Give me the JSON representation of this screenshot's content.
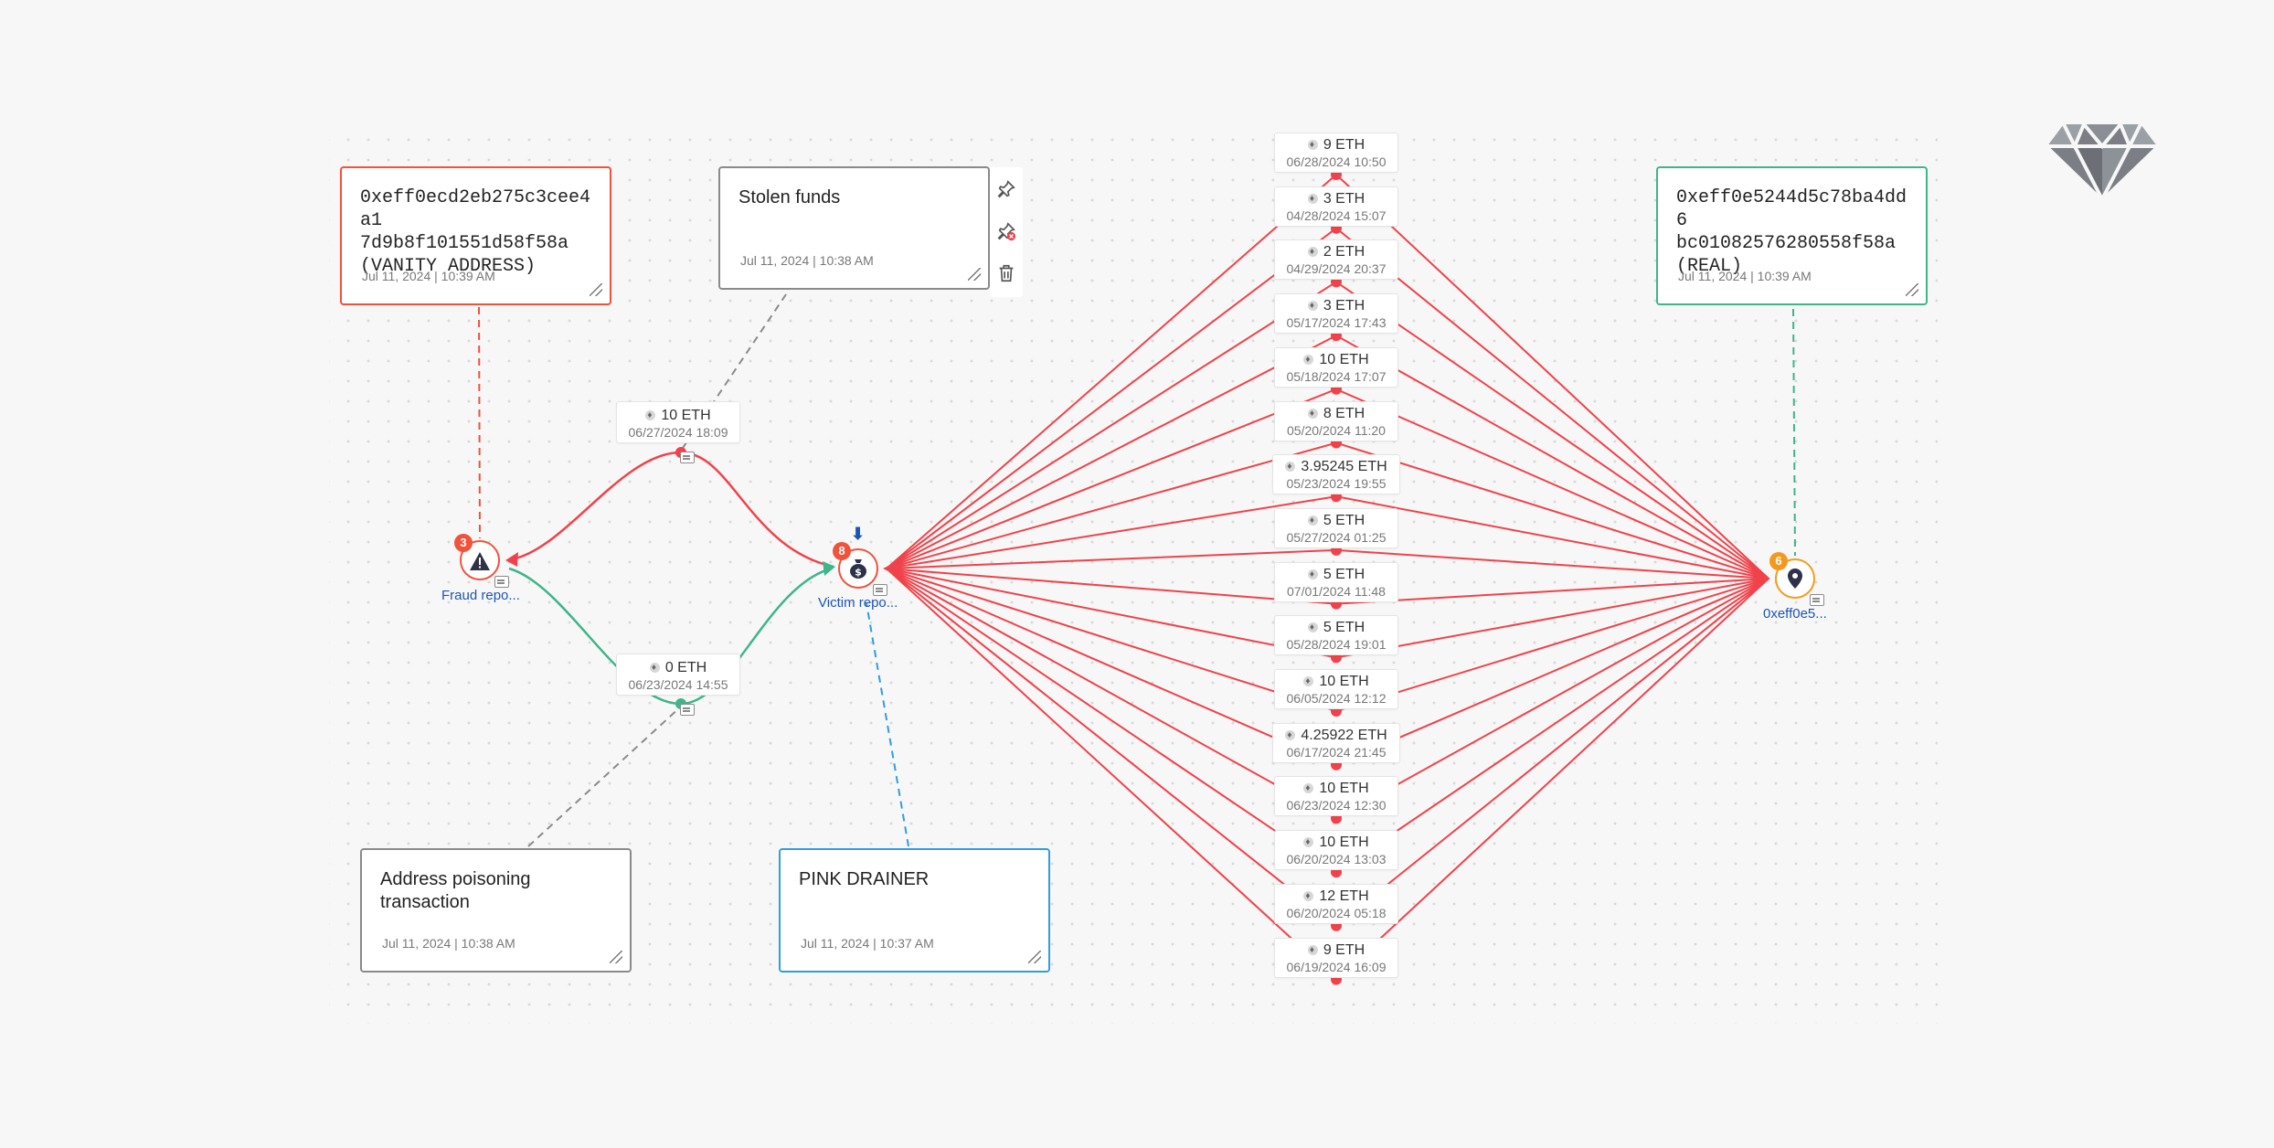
{
  "notes": {
    "vanity": {
      "text": "0xeff0ecd2eb275c3cee4a1\n7d9b8f101551d58f58a\n(VANITY ADDRESS)",
      "time": "Jul 11, 2024 | 10:39 AM",
      "color": "#f0523c"
    },
    "stolen": {
      "text": "Stolen funds",
      "time": "Jul 11, 2024 | 10:38 AM",
      "color": "#8a8a8a"
    },
    "real": {
      "text": "0xeff0e5244d5c78ba4dd6\nbc01082576280558f58a\n(REAL)",
      "time": "Jul 11, 2024 | 10:39 AM",
      "color": "#3fb58a"
    },
    "poisoning": {
      "text": "Address poisoning\ntransaction",
      "time": "Jul 11, 2024 | 10:38 AM",
      "color": "#8a8a8a"
    },
    "drainer": {
      "text": "PINK DRAINER",
      "time": "Jul 11, 2024 | 10:37 AM",
      "color": "#2d9fe0"
    }
  },
  "note_tools": [
    "pin-icon",
    "unpin-icon",
    "trash-icon"
  ],
  "nodes": {
    "fraud": {
      "label": "Fraud repo...",
      "badge": "3",
      "icon": "warning-moneybag-icon",
      "color": "#f0523c"
    },
    "victim": {
      "label": "Victim repo...",
      "badge": "8",
      "icon": "moneybag-icon",
      "color": "#f0523c"
    },
    "target": {
      "label": "0xeff0e5...",
      "badge": "6",
      "icon": "location-pin-icon",
      "color": "#f39a1e"
    }
  },
  "left_transfers": [
    {
      "amount": "10 ETH",
      "date": "06/27/2024 18:09",
      "color": "#f0424a"
    },
    {
      "amount": "0 ETH",
      "date": "06/23/2024 14:55",
      "color": "#3fb58a"
    }
  ],
  "right_transfers": [
    {
      "amount": "9 ETH",
      "date": "06/28/2024 10:50"
    },
    {
      "amount": "3 ETH",
      "date": "04/28/2024 15:07"
    },
    {
      "amount": "2 ETH",
      "date": "04/29/2024 20:37"
    },
    {
      "amount": "3 ETH",
      "date": "05/17/2024 17:43"
    },
    {
      "amount": "10 ETH",
      "date": "05/18/2024 17:07"
    },
    {
      "amount": "8 ETH",
      "date": "05/20/2024 11:20"
    },
    {
      "amount": "3.95245 ETH",
      "date": "05/23/2024 19:55"
    },
    {
      "amount": "5 ETH",
      "date": "05/27/2024 01:25"
    },
    {
      "amount": "5 ETH",
      "date": "07/01/2024 11:48"
    },
    {
      "amount": "5 ETH",
      "date": "05/28/2024 19:01"
    },
    {
      "amount": "10 ETH",
      "date": "06/05/2024 12:12"
    },
    {
      "amount": "4.25922 ETH",
      "date": "06/17/2024 21:45"
    },
    {
      "amount": "10 ETH",
      "date": "06/23/2024 12:30"
    },
    {
      "amount": "10 ETH",
      "date": "06/20/2024 13:03"
    },
    {
      "amount": "12 ETH",
      "date": "06/20/2024 05:18"
    },
    {
      "amount": "9 ETH",
      "date": "06/19/2024 16:09"
    }
  ],
  "logo": "diamond-logo-icon",
  "colors": {
    "transfer_red": "#f0424a",
    "transfer_green": "#3fb58a",
    "link_blue": "#1d55b6"
  }
}
